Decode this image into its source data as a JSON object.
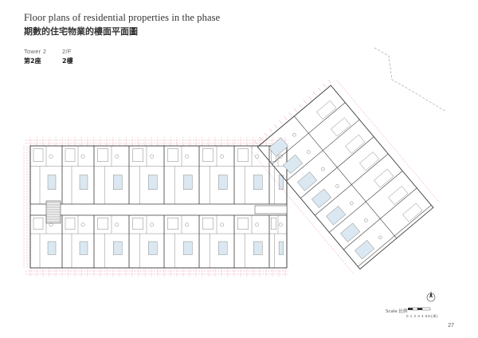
{
  "header": {
    "title_en": "Floor plans of residential properties in the phase",
    "title_zh": "期數的住宅物業的樓面平面圖"
  },
  "tower": {
    "label_en": "Tower 2",
    "label_zh": "第2座",
    "floor_en": "2/F",
    "floor_zh": "2樓"
  },
  "scale": {
    "label": "Scale 比例",
    "ticks": "0  1  2  3  4  5m(米)"
  },
  "page_number": "27",
  "colors": {
    "linework": "#3a3a3a",
    "dimension": "#e06a7a",
    "glazing": "#b9d3e6"
  }
}
